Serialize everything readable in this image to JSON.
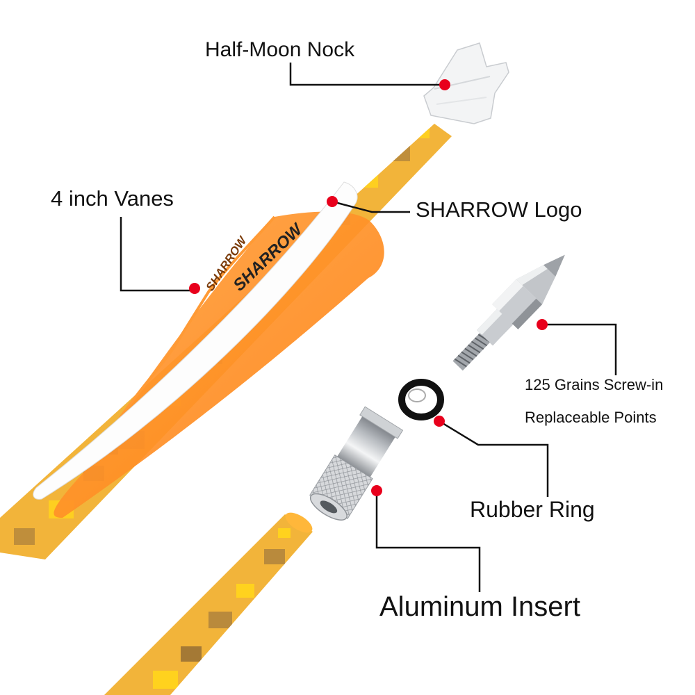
{
  "labels": {
    "nock": "Half-Moon Nock",
    "vanes": "4 inch Vanes",
    "logo": "SHARROW Logo",
    "points_line1": "125 Grains Screw-in",
    "points_line2": "Replaceable Points",
    "ring": "Rubber Ring",
    "insert": "Aluminum Insert"
  },
  "vane_text": {
    "white_vane": "SHARROW",
    "orange_vane": "SHARROW"
  },
  "colors": {
    "callout_dot": "#e8001c",
    "leader_line": "#111111",
    "vane_orange": "#ff8a1e",
    "vane_white": "#ffffff",
    "camo_base": "#f2b43a",
    "camo_dark": "#b98a3c",
    "camo_yellow": "#ffd21e",
    "metal": "#c9ccd0"
  }
}
